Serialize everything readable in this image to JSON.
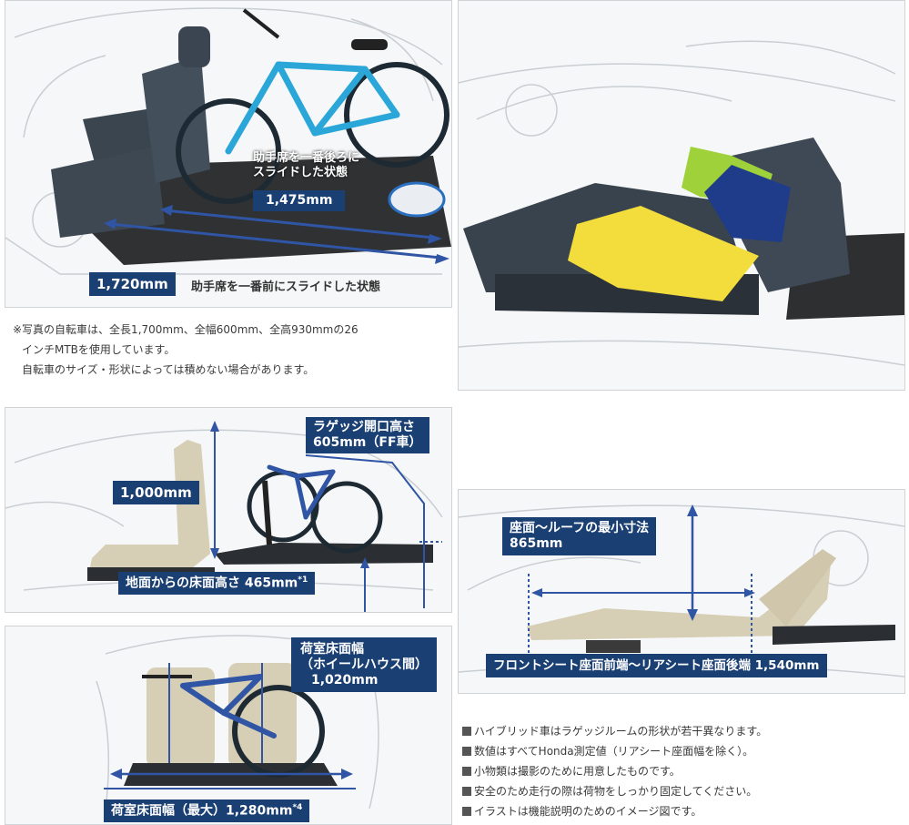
{
  "panel1": {
    "tag_lower_top": "助手席を一番後ろに",
    "tag_lower_bottom": "スライドした状態",
    "len_rear": "1,475mm",
    "len_front": "1,720mm",
    "len_front_caption": "助手席を一番前にスライドした状態"
  },
  "notes": [
    "※写真の自転車は、全長1,700mm、全幅600mm、全高930mmの26",
    "インチMTBを使用しています。",
    "自転車のサイズ・形状によっては積めない場合があります。"
  ],
  "panel3": {
    "seat_height": "1,000mm",
    "opening_line1": "ラゲッジ開口高さ",
    "opening_line2": "605mm（FF車）",
    "floor_height": "地面からの床面高さ 465mm",
    "floor_height_sup": "*1"
  },
  "panel4": {
    "width_line1": "荷室床面幅",
    "width_line2": "（ホイールハウス間）",
    "width_line3": "1,020mm",
    "max_width": "荷室床面幅（最大）1,280mm",
    "max_width_sup": "*4"
  },
  "panel5": {
    "roof_line1": "座面～ルーフの最小寸法",
    "roof_line2": "865mm",
    "seat_length": "フロントシート座面前端～リアシート座面後端 1,540mm"
  },
  "bullets": [
    "ハイブリッド車はラゲッジルームの形状が若干異なります。",
    "数値はすべてHonda測定値（リアシート座面幅を除く）。",
    "小物類は撮影のために用意したものです。",
    "安全のため走行の際は荷物をしっかり固定してください。",
    "イラストは機能説明のためのイメージ図です。"
  ],
  "colors": {
    "tag_bg": "#1a3f73",
    "arrow": "#2f55a4",
    "bike_blue": "#2aa7d8",
    "cushion_green": "#9fd13a",
    "blanket_yellow": "#f3dd3c",
    "cushion_navy": "#1e3c8a"
  }
}
